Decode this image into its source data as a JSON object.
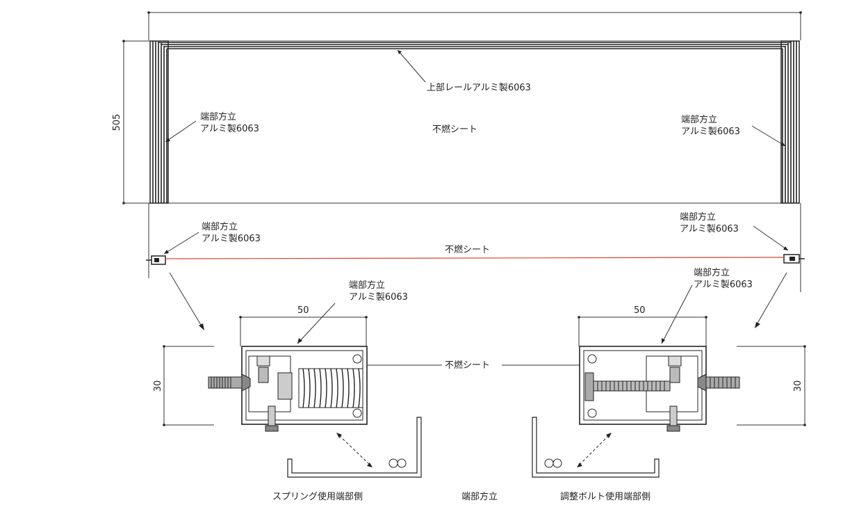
{
  "top_view": {
    "dim_height": "505",
    "top_rail_label": "上部レールアルミ製6063",
    "center_label": "不燃シート",
    "left_post_label_1": "端部方立",
    "left_post_label_2": "アルミ製6063",
    "right_post_label_1": "端部方立",
    "right_post_label_2": "アルミ製6063"
  },
  "section_view": {
    "left_post_label_1": "端部方立",
    "left_post_label_2": "アルミ製6063",
    "right_post_label_1": "端部方立",
    "right_post_label_2": "アルミ製6063",
    "sheet_label": "不燃シート"
  },
  "detail_left": {
    "post_label_1": "端部方立",
    "post_label_2": "アルミ製6063",
    "dim_width": "50",
    "dim_height": "30",
    "caption": "スプリング使用端部側"
  },
  "detail_right": {
    "post_label_1": "端部方立",
    "post_label_2": "アルミ製6063",
    "dim_width": "50",
    "dim_height": "30",
    "caption": "調整ボルト使用端部側"
  },
  "detail_center": {
    "sheet_label": "不燃シート",
    "caption": "端部方立"
  },
  "colors": {
    "line": "#222222",
    "sheet_line": "#e0442c",
    "background": "#ffffff"
  }
}
